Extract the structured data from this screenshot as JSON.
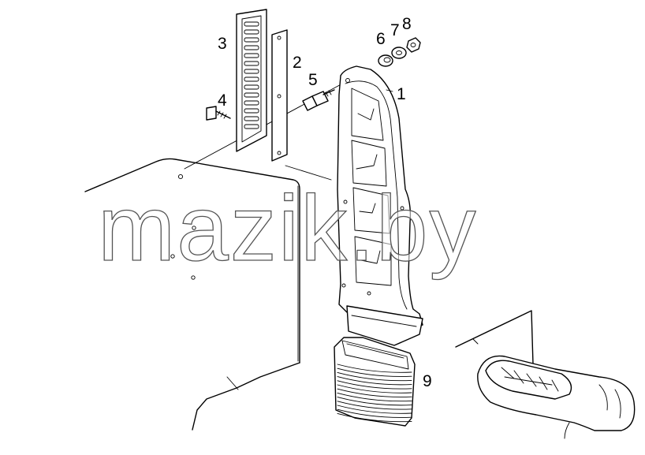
{
  "watermark": "mazik.by",
  "callouts": [
    {
      "id": "1",
      "label": "1"
    },
    {
      "id": "2",
      "label": "2"
    },
    {
      "id": "3",
      "label": "3"
    },
    {
      "id": "4",
      "label": "4"
    },
    {
      "id": "5",
      "label": "5"
    },
    {
      "id": "6",
      "label": "6"
    },
    {
      "id": "7",
      "label": "7"
    },
    {
      "id": "8",
      "label": "8"
    },
    {
      "id": "9",
      "label": "9"
    }
  ],
  "parts": [
    {
      "id": "1",
      "icon": "air-intake-duct-icon"
    },
    {
      "id": "2",
      "icon": "gasket-plate-icon"
    },
    {
      "id": "3",
      "icon": "grille-icon"
    },
    {
      "id": "4",
      "icon": "bolt-icon"
    },
    {
      "id": "5",
      "icon": "stud-icon"
    },
    {
      "id": "6",
      "icon": "spacer-icon"
    },
    {
      "id": "7",
      "icon": "washer-icon"
    },
    {
      "id": "8",
      "icon": "nut-icon"
    },
    {
      "id": "9",
      "icon": "bellows-hose-icon"
    }
  ]
}
